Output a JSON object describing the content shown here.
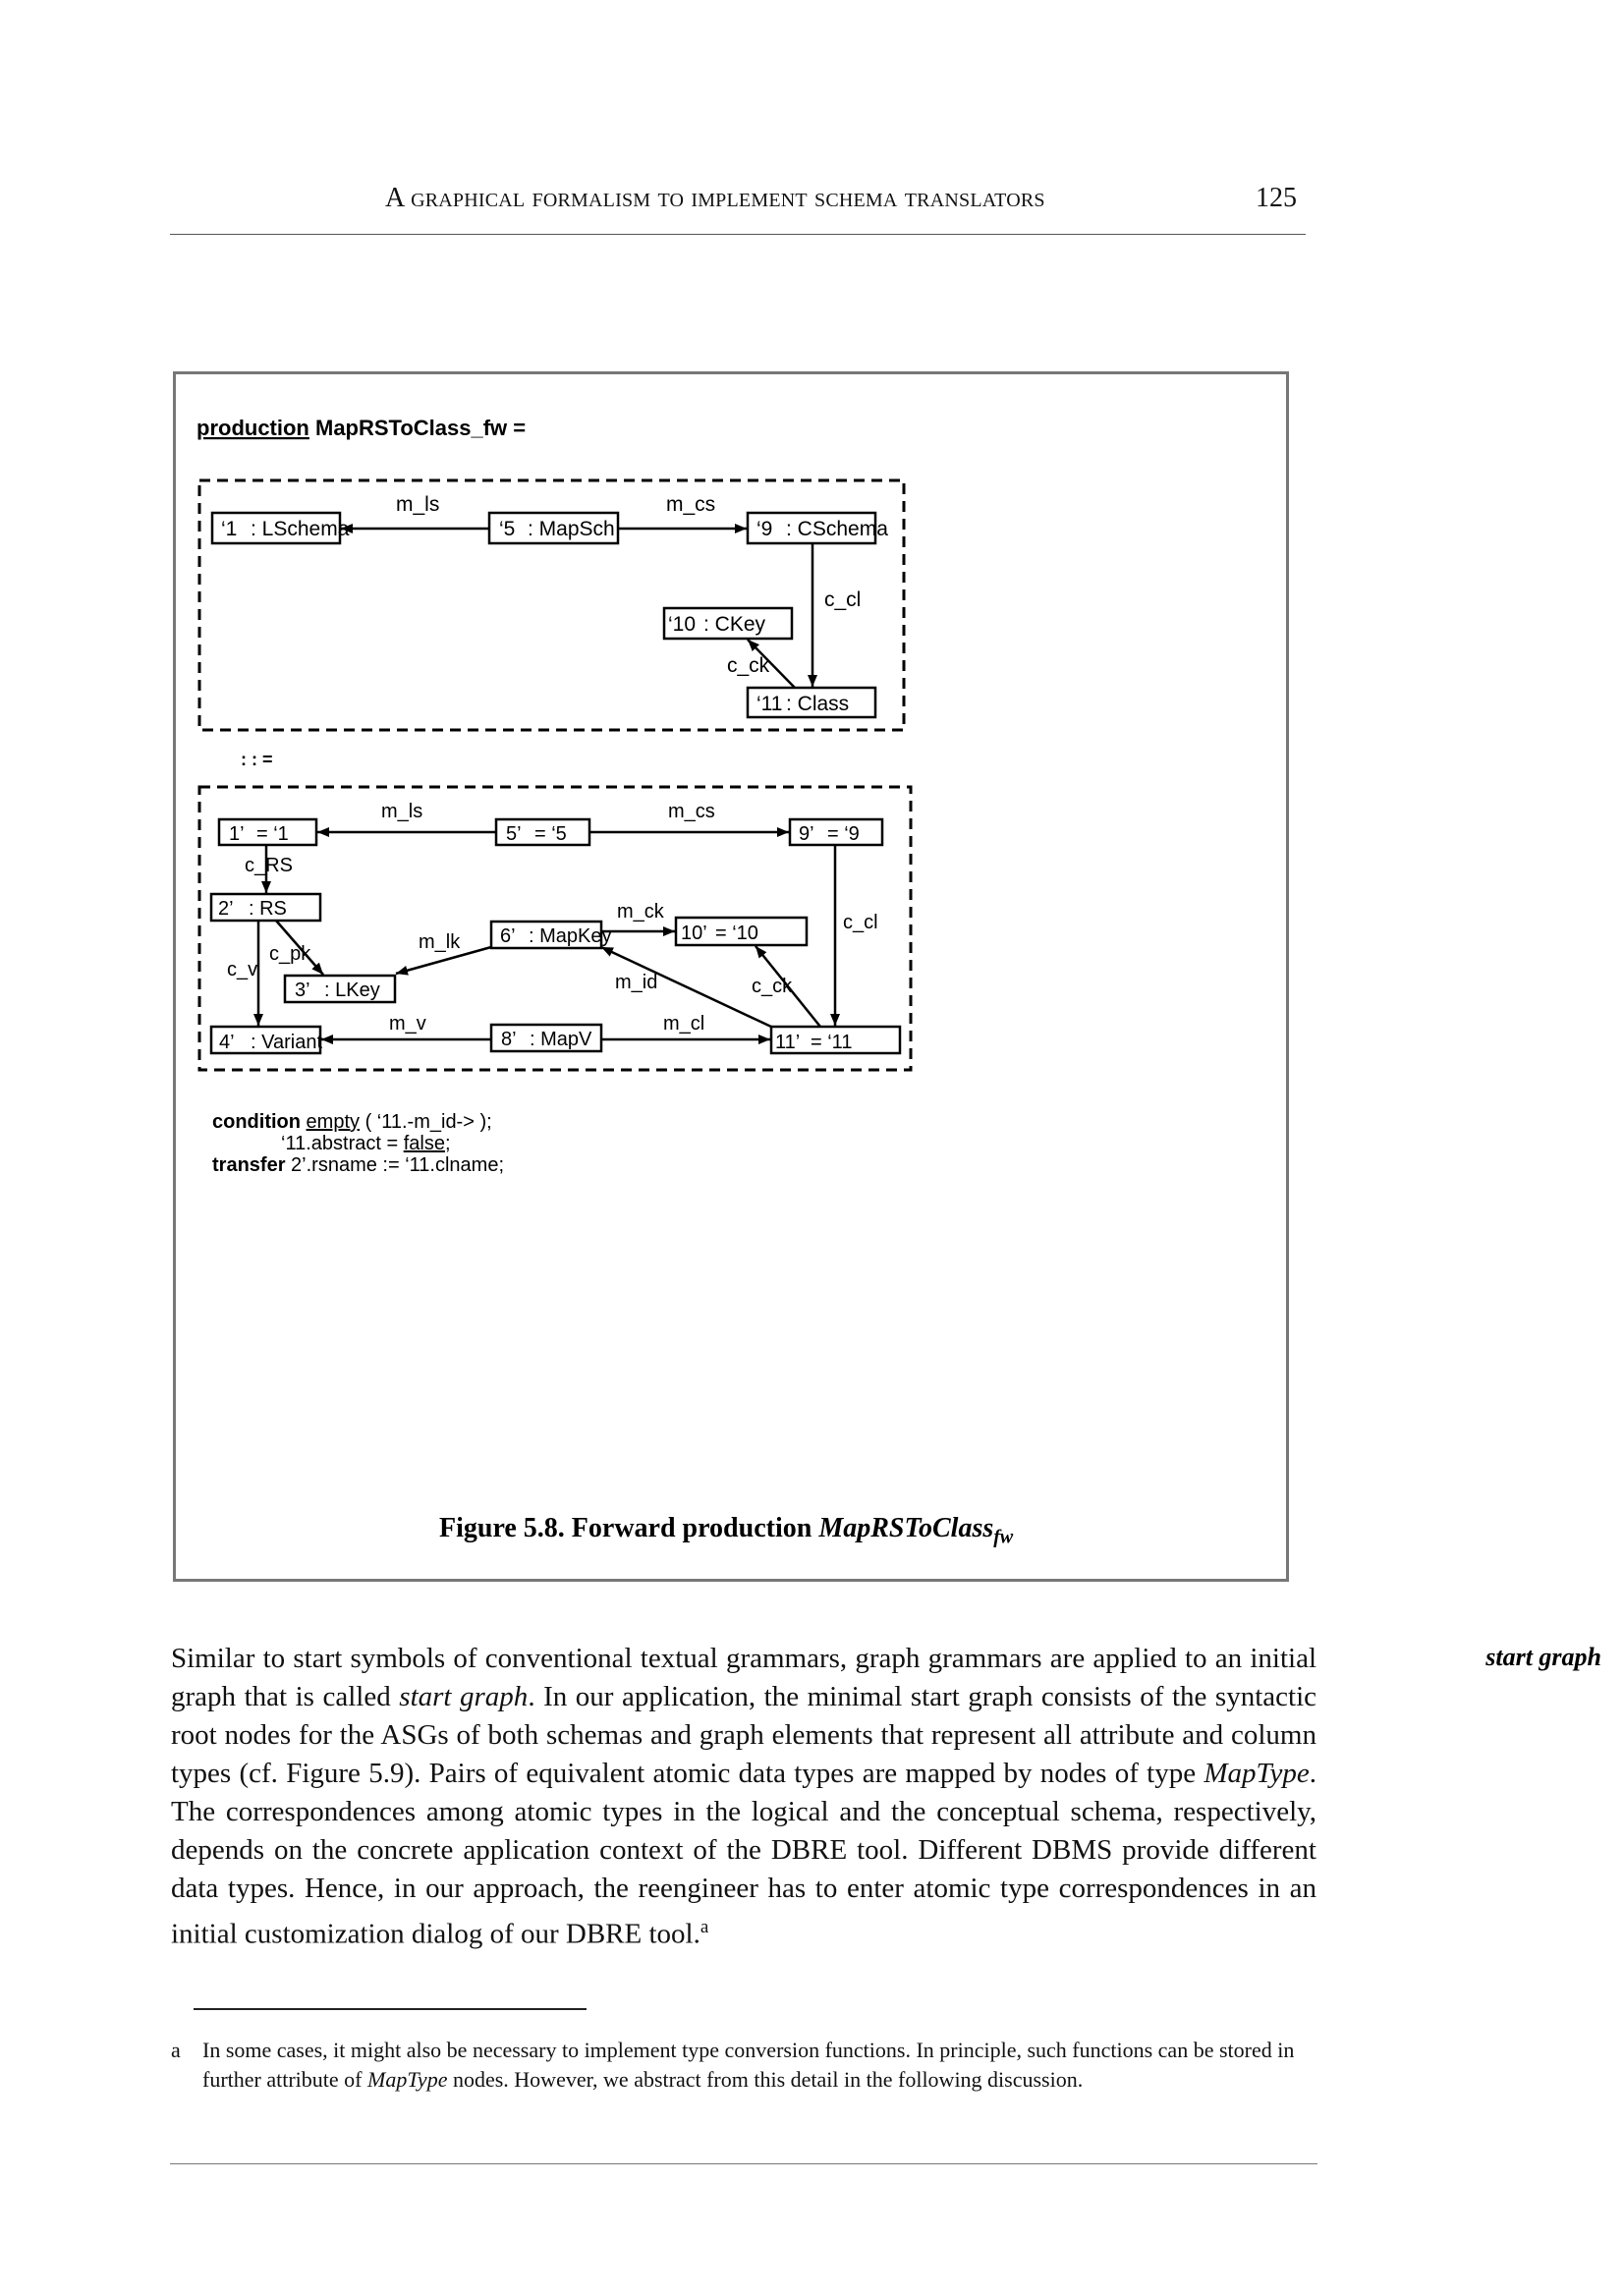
{
  "header": {
    "running_title": "A graphical formalism to implement schema translators",
    "page_number": "125"
  },
  "figure": {
    "production_keyword": "production",
    "production_name": " MapRSToClass_fw =",
    "lhs": {
      "nodes": [
        {
          "id": "l1",
          "label": "‘1",
          "type": ": LSchema"
        },
        {
          "id": "l5",
          "label": "‘5",
          "type": ": MapSch"
        },
        {
          "id": "l9",
          "label": "‘9",
          "type": ": CSchema"
        },
        {
          "id": "l10",
          "label": "‘10",
          "type": ": CKey"
        },
        {
          "id": "l11",
          "label": "‘11",
          "type": ": Class"
        }
      ],
      "edge_labels": {
        "m_ls": "m_ls",
        "m_cs": "m_cs",
        "c_cl": "c_cl",
        "c_ck": "c_ck"
      }
    },
    "separator": ": : =",
    "rhs": {
      "nodes": [
        {
          "id": "r1",
          "label": "1’",
          "type": "= ‘1"
        },
        {
          "id": "r5",
          "label": "5’",
          "type": "= ‘5"
        },
        {
          "id": "r9",
          "label": "9’",
          "type": "= ‘9"
        },
        {
          "id": "r2",
          "label": "2’",
          "type": ": RS"
        },
        {
          "id": "r6",
          "label": "6’",
          "type": ": MapKey"
        },
        {
          "id": "r10",
          "label": "10’",
          "type": "= ‘10"
        },
        {
          "id": "r3",
          "label": "3’",
          "type": ": LKey"
        },
        {
          "id": "r4",
          "label": "4’",
          "type": ": Variant"
        },
        {
          "id": "r8",
          "label": "8’",
          "type": ": MapV"
        },
        {
          "id": "r11",
          "label": "11’",
          "type": "= ‘11"
        }
      ],
      "edge_labels": {
        "m_ls": "m_ls",
        "m_cs": "m_cs",
        "c_RS": "c_RS",
        "m_ck": "m_ck",
        "c_cl": "c_cl",
        "m_lk": "m_lk",
        "c_pk": "c_pk",
        "c_v": "c_v",
        "m_id": "m_id",
        "c_ck": "c_ck",
        "m_v": "m_v",
        "m_cl": "m_cl"
      }
    },
    "condition": {
      "keyword": "condition",
      "fn": "empty",
      "line1_rest": " ( ‘11.-m_id-> );",
      "line2_pre": "‘11.abstract = ",
      "line2_val": "false",
      "line2_post": ";"
    },
    "transfer": {
      "keyword": "transfer",
      "text": " 2’.rsname := ‘11.clname;"
    },
    "caption": {
      "prefix": "Figure 5.8.  Forward production ",
      "name": "MapRSToClass",
      "subscript": "fw"
    }
  },
  "body": {
    "margin_note": "start graph",
    "p1": "Similar to start symbols of conventional textual grammars, graph grammars are applied to an initial graph that is called ",
    "p1_italic": "start graph",
    "p2": ". In our application, the minimal start graph consists of the syntactic root nodes for the ASGs of both schemas and graph elements that represent all attribute and column types (cf. Figure 5.9). Pairs of equivalent atomic data types are mapped by nodes of type ",
    "p2_italic": "MapType",
    "p3": ". The correspondences among atomic types in the logical and the conceptual schema, respectively, depends on the concrete application context of the DBRE tool. Different DBMS provide different data types. Hence, in our approach, the reengineer has to enter atomic type correspondences in an initial customization dialog of our DBRE tool.",
    "footnote_ref": "a"
  },
  "footnote": {
    "mark": "a",
    "t1": "In some cases, it might also be necessary to implement type conversion functions. In principle, such functions can be stored in further attribute of ",
    "t1_italic": "MapType",
    "t2": " nodes. However, we abstract from this detail in the following discussion."
  }
}
